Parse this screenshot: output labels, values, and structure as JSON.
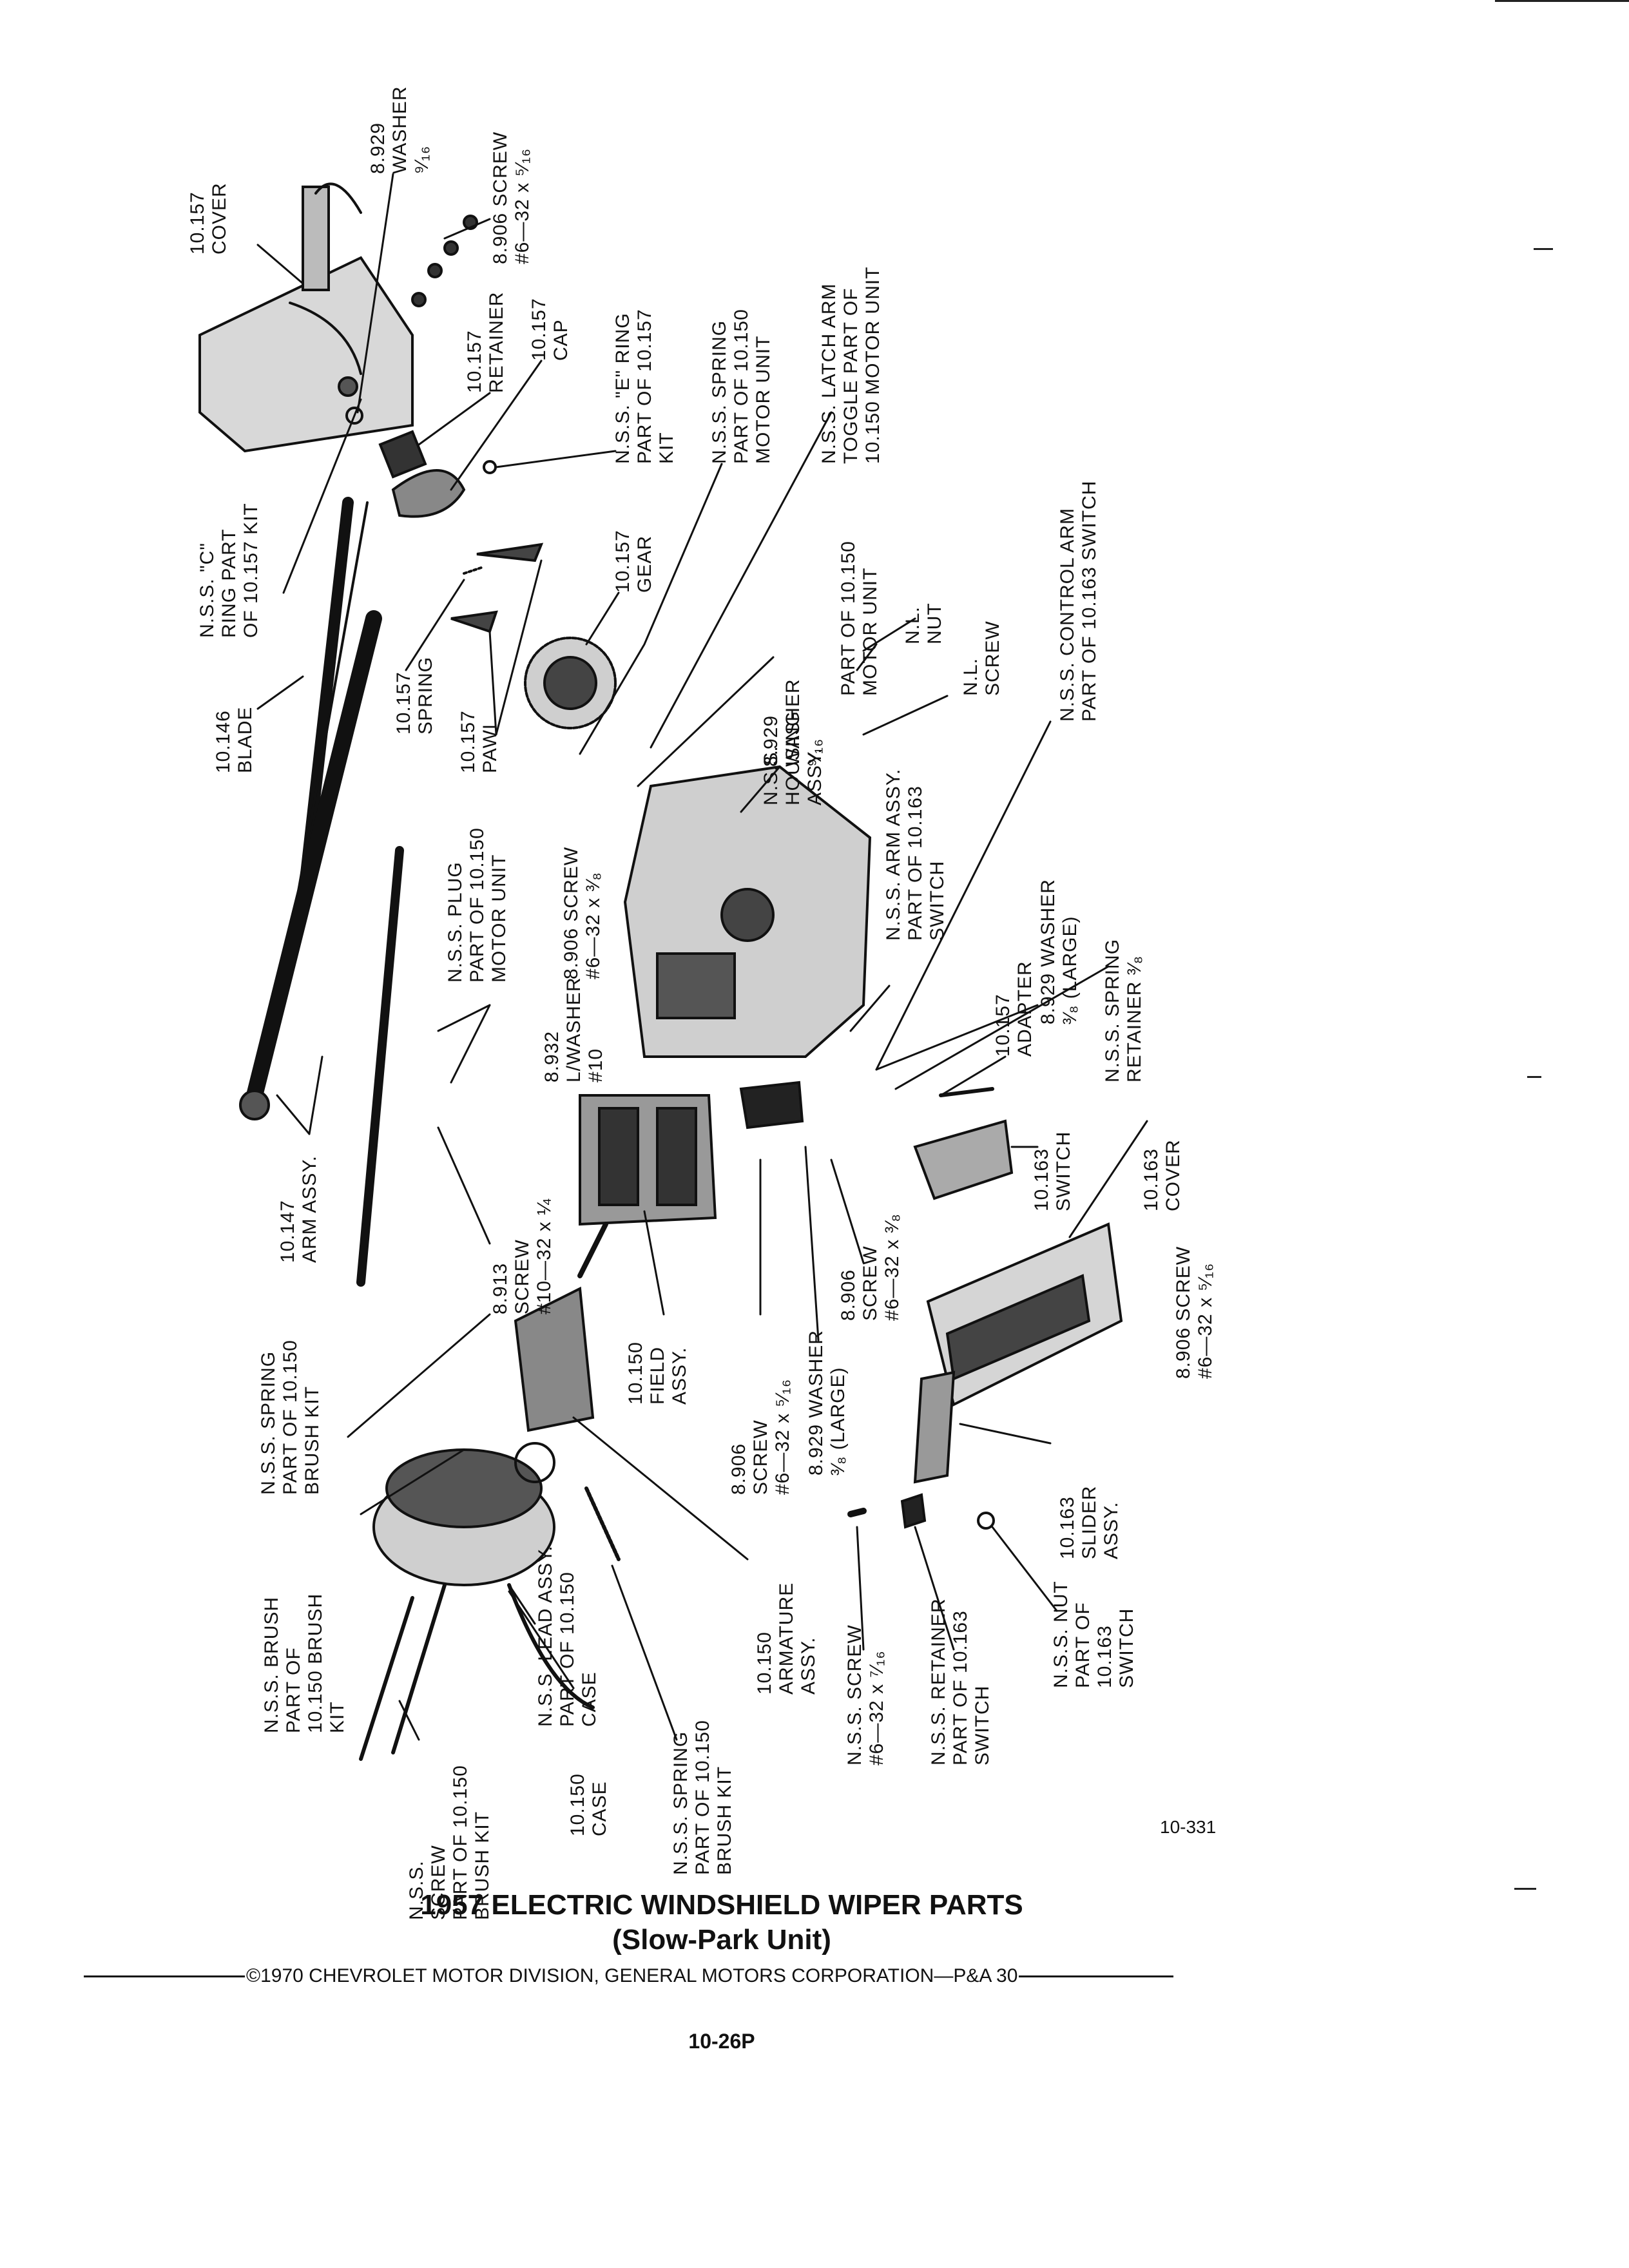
{
  "title": {
    "line1": "1957 ELECTRIC WINDSHIELD WIPER PARTS",
    "line2": "(Slow-Park Unit)"
  },
  "copyright": "©1970 CHEVROLET MOTOR DIVISION, GENERAL MOTORS CORPORATION—P&A 30",
  "page_number": "10-26P",
  "figure_code": "10-331",
  "callouts": [
    {
      "id": "cover-10157",
      "lines": [
        "10.157",
        "COVER"
      ]
    },
    {
      "id": "washer-8929-top",
      "lines": [
        "8.929",
        "WASHER",
        "⁹⁄₁₆"
      ]
    },
    {
      "id": "screw-8906-top",
      "lines": [
        "8.906 SCREW",
        "#6—32 x ⁵⁄₁₆"
      ]
    },
    {
      "id": "retainer-10157",
      "lines": [
        "10.157",
        "RETAINER"
      ]
    },
    {
      "id": "cap-10157",
      "lines": [
        "10.157",
        "CAP"
      ]
    },
    {
      "id": "e-ring",
      "lines": [
        "N.S.S. \"E\" RING",
        "PART OF 10.157",
        "KIT"
      ]
    },
    {
      "id": "nss-spring-motor",
      "lines": [
        "N.S.S. SPRING",
        "PART OF 10.150",
        "MOTOR UNIT"
      ]
    },
    {
      "id": "latch-arm",
      "lines": [
        "N.S.S. LATCH ARM",
        "TOGGLE PART OF",
        "10.150 MOTOR UNIT"
      ]
    },
    {
      "id": "c-ring",
      "lines": [
        "N.S.S. \"C\"",
        "RING PART",
        "OF 10.157 KIT"
      ]
    },
    {
      "id": "gear-10157",
      "lines": [
        "10.157",
        "GEAR"
      ]
    },
    {
      "id": "spring-10157",
      "lines": [
        "10.157",
        "SPRING"
      ]
    },
    {
      "id": "pawl-10157",
      "lines": [
        "10.157",
        "PAWL"
      ]
    },
    {
      "id": "blade-10146",
      "lines": [
        "10.146",
        "BLADE"
      ]
    },
    {
      "id": "washer-8929-mid",
      "lines": [
        "8.929",
        "WASHER",
        "⁹⁄₁₆"
      ]
    },
    {
      "id": "part-of-motor",
      "lines": [
        "PART OF 10.150",
        "MOTOR UNIT"
      ]
    },
    {
      "id": "nl-nut",
      "lines": [
        "N.L.",
        "NUT"
      ]
    },
    {
      "id": "nl-screw",
      "lines": [
        "N.L.",
        "SCREW"
      ]
    },
    {
      "id": "control-arm",
      "lines": [
        "N.S.S. CONTROL ARM",
        "PART OF 10.163 SWITCH"
      ]
    },
    {
      "id": "housing-assy",
      "lines": [
        "N.S.S.",
        "HOUSING",
        "ASSY."
      ]
    },
    {
      "id": "screw-8906-mid",
      "lines": [
        "8.906 SCREW",
        "#6—32 x ³⁄₈"
      ]
    },
    {
      "id": "plug",
      "lines": [
        "N.S.S. PLUG",
        "PART OF 10.150",
        "MOTOR UNIT"
      ]
    },
    {
      "id": "arm-assy-nss",
      "lines": [
        "N.S.S. ARM ASSY.",
        "PART OF 10.163",
        "SWITCH"
      ]
    },
    {
      "id": "washer-8929-large",
      "lines": [
        "8.929 WASHER",
        "³⁄₈ (LARGE)"
      ]
    },
    {
      "id": "lwasher-8932",
      "lines": [
        "8.932",
        "L/WASHER",
        "#10"
      ]
    },
    {
      "id": "spring-retainer",
      "lines": [
        "N.S.S. SPRING",
        "RETAINER ³⁄₈"
      ]
    },
    {
      "id": "adapter-10157",
      "lines": [
        "10.157",
        "ADAPTER"
      ]
    },
    {
      "id": "switch-10163",
      "lines": [
        "10.163",
        "SWITCH"
      ]
    },
    {
      "id": "cover-10163",
      "lines": [
        "10.163",
        "COVER"
      ]
    },
    {
      "id": "arm-assy-10147",
      "lines": [
        "10.147",
        "ARM ASSY."
      ]
    },
    {
      "id": "screw-8913",
      "lines": [
        "8.913",
        "SCREW",
        "#10—32 x ¼"
      ]
    },
    {
      "id": "field-assy",
      "lines": [
        "10.150",
        "FIELD",
        "ASSY."
      ]
    },
    {
      "id": "screw-8906-a",
      "lines": [
        "8.906",
        "SCREW",
        "#6—32 x ⁵⁄₁₆"
      ]
    },
    {
      "id": "screw-8906-b",
      "lines": [
        "8.906",
        "SCREW",
        "#6—32 x ³⁄₈"
      ]
    },
    {
      "id": "screw-8906-c",
      "lines": [
        "8.906 SCREW",
        "#6—32 x ⁵⁄₁₆"
      ]
    },
    {
      "id": "spring-brush-kit-a",
      "lines": [
        "N.S.S. SPRING",
        "PART OF 10.150",
        "BRUSH KIT"
      ]
    },
    {
      "id": "washer-8929-large-b",
      "lines": [
        "8.929 WASHER",
        "³⁄₈ (LARGE)"
      ]
    },
    {
      "id": "slider-assy",
      "lines": [
        "10.163",
        "SLIDER",
        "ASSY."
      ]
    },
    {
      "id": "brush",
      "lines": [
        "N.S.S. BRUSH",
        "PART OF",
        "10.150 BRUSH",
        "KIT"
      ]
    },
    {
      "id": "lead-assy",
      "lines": [
        "N.S.S. LEAD ASSY.",
        "PART OF 10.150",
        "CASE"
      ]
    },
    {
      "id": "armature-assy",
      "lines": [
        "10.150",
        "ARMATURE",
        "ASSY."
      ]
    },
    {
      "id": "screw-nss",
      "lines": [
        "N.S.S. SCREW",
        "#6—32 x ⁷⁄₁₆"
      ]
    },
    {
      "id": "retainer-10163",
      "lines": [
        "N.S.S. RETAINER",
        "PART OF 10.163",
        "SWITCH"
      ]
    },
    {
      "id": "nut-nss",
      "lines": [
        "N.S.S. NUT",
        "PART OF",
        "10.163",
        "SWITCH"
      ]
    },
    {
      "id": "nss-screw-brush",
      "lines": [
        "N.S.S.",
        "SCREW",
        "PART OF 10.150",
        "BRUSH KIT"
      ]
    },
    {
      "id": "case-10150",
      "lines": [
        "10.150",
        "CASE"
      ]
    },
    {
      "id": "spring-brush-kit-b",
      "lines": [
        "N.S.S. SPRING",
        "PART OF 10.150",
        "BRUSH KIT"
      ]
    }
  ]
}
